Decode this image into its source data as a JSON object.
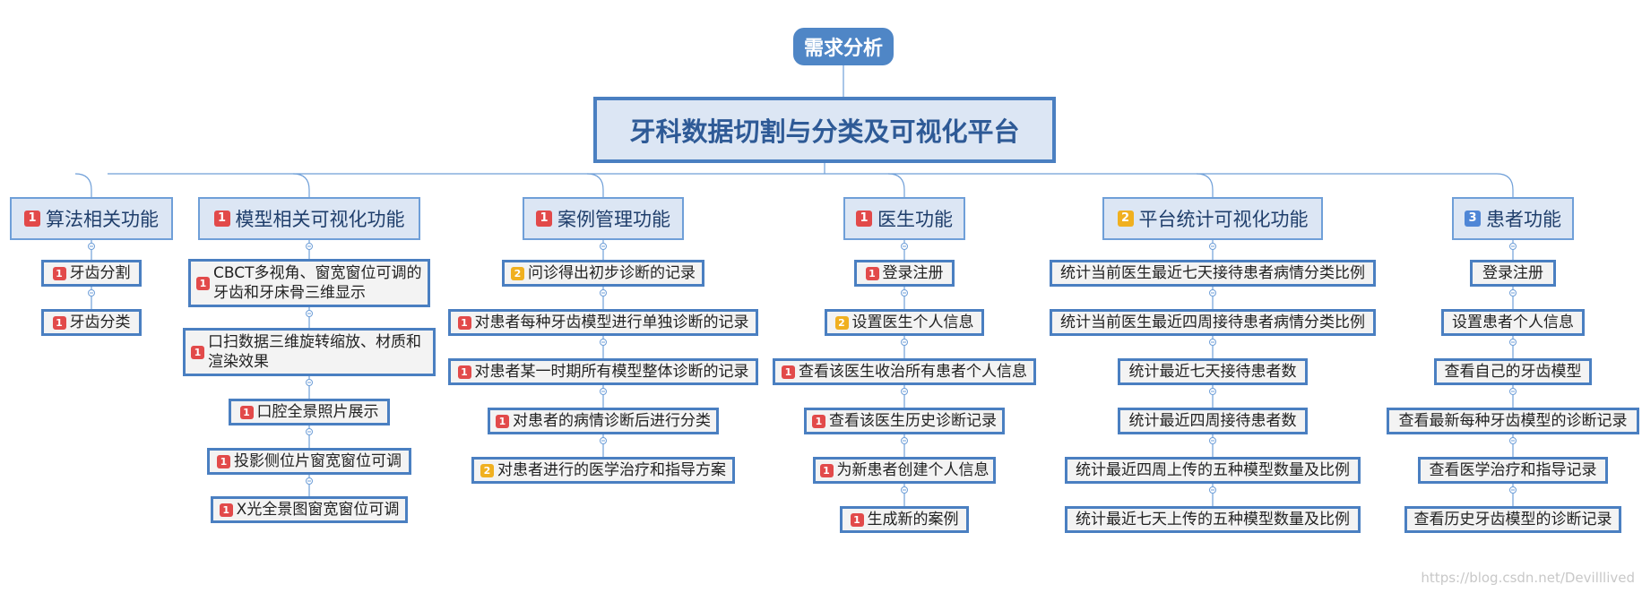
{
  "header": {
    "pill_label": "需求分析"
  },
  "root": {
    "title": "牙科数据切割与分类及可视化平台"
  },
  "branches": [
    {
      "label": "算法相关功能",
      "priority": "1",
      "items": [
        {
          "text": "牙齿分割",
          "priority": "1"
        },
        {
          "text": "牙齿分类",
          "priority": "1"
        }
      ]
    },
    {
      "label": "模型相关可视化功能",
      "priority": "1",
      "items": [
        {
          "text": "CBCT多视角、窗宽窗位可调的牙齿和牙床骨三维显示",
          "priority": "1"
        },
        {
          "text": "口扫数据三维旋转缩放、材质和渲染效果",
          "priority": "1"
        },
        {
          "text": "口腔全景照片展示",
          "priority": "1"
        },
        {
          "text": "投影侧位片窗宽窗位可调",
          "priority": "1"
        },
        {
          "text": "X光全景图窗宽窗位可调",
          "priority": "1"
        }
      ]
    },
    {
      "label": "案例管理功能",
      "priority": "1",
      "items": [
        {
          "text": "问诊得出初步诊断的记录",
          "priority": "2"
        },
        {
          "text": "对患者每种牙齿模型进行单独诊断的记录",
          "priority": "1"
        },
        {
          "text": "对患者某一时期所有模型整体诊断的记录",
          "priority": "1"
        },
        {
          "text": "对患者的病情诊断后进行分类",
          "priority": "1"
        },
        {
          "text": "对患者进行的医学治疗和指导方案",
          "priority": "2"
        }
      ]
    },
    {
      "label": "医生功能",
      "priority": "1",
      "items": [
        {
          "text": "登录注册",
          "priority": "1"
        },
        {
          "text": "设置医生个人信息",
          "priority": "2"
        },
        {
          "text": "查看该医生收治所有患者个人信息",
          "priority": "1"
        },
        {
          "text": "查看该医生历史诊断记录",
          "priority": "1"
        },
        {
          "text": "为新患者创建个人信息",
          "priority": "1"
        },
        {
          "text": "生成新的案例",
          "priority": "1"
        }
      ]
    },
    {
      "label": "平台统计可视化功能",
      "priority": "2",
      "items": [
        {
          "text": "统计当前医生最近七天接待患者病情分类比例",
          "priority": ""
        },
        {
          "text": "统计当前医生最近四周接待患者病情分类比例",
          "priority": ""
        },
        {
          "text": "统计最近七天接待患者数",
          "priority": ""
        },
        {
          "text": "统计最近四周接待患者数",
          "priority": ""
        },
        {
          "text": "统计最近四周上传的五种模型数量及比例",
          "priority": ""
        },
        {
          "text": "统计最近七天上传的五种模型数量及比例",
          "priority": ""
        }
      ]
    },
    {
      "label": "患者功能",
      "priority": "3",
      "items": [
        {
          "text": "登录注册",
          "priority": ""
        },
        {
          "text": "设置患者个人信息",
          "priority": ""
        },
        {
          "text": "查看自己的牙齿模型",
          "priority": ""
        },
        {
          "text": "查看最新每种牙齿模型的诊断记录",
          "priority": ""
        },
        {
          "text": "查看医学治疗和指导记录",
          "priority": ""
        },
        {
          "text": "查看历史牙齿模型的诊断记录",
          "priority": ""
        }
      ]
    }
  ],
  "watermark": "https://blog.csdn.net/Devilllived",
  "colors": {
    "line": "#6f9fd8",
    "accent": "#4a7fc1",
    "p1": "#e24a4a",
    "p2": "#f0b020",
    "p3": "#4f86d6"
  }
}
